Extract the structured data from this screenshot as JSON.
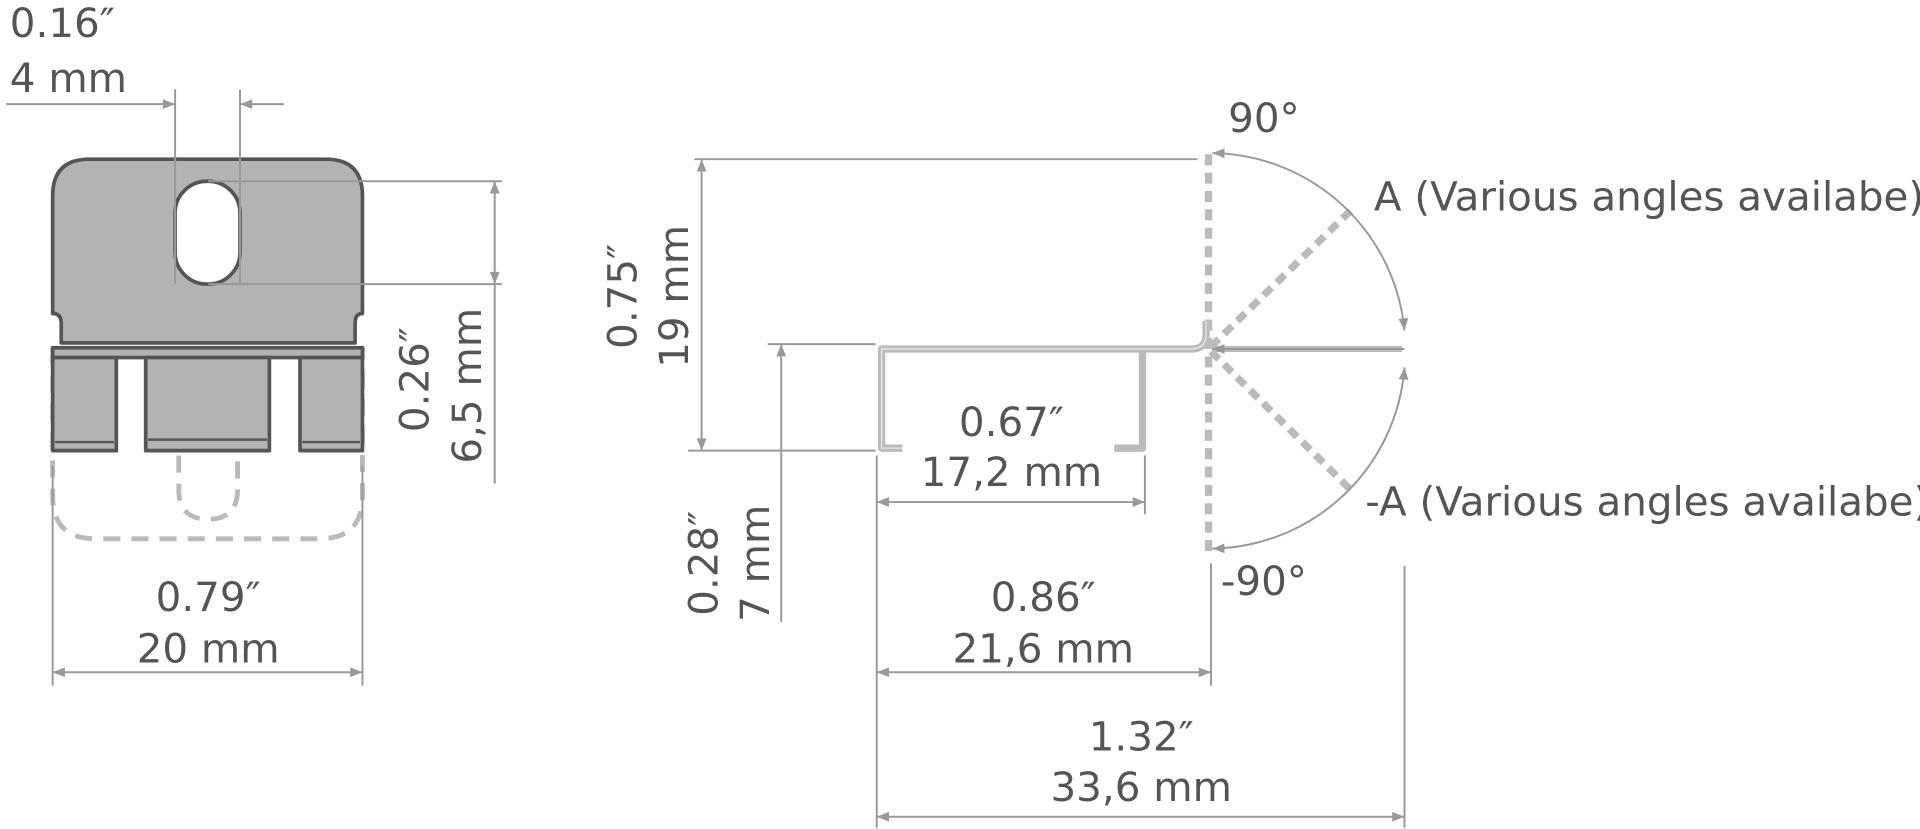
{
  "front_view": {
    "hole_width": {
      "inch": "0.16″",
      "mm": "4 mm"
    },
    "hole_height": {
      "inch": "0.26″",
      "mm": "6,5 mm"
    },
    "total_width": {
      "inch": "0.79″",
      "mm": "20 mm"
    }
  },
  "side_view": {
    "height": {
      "inch": "0.75″",
      "mm": "19 mm"
    },
    "channel_height": {
      "inch": "0.28″",
      "mm": "7 mm"
    },
    "channel_width": {
      "inch": "0.67″",
      "mm": "17,2 mm"
    },
    "base_width": {
      "inch": "0.86″",
      "mm": "21,6 mm"
    },
    "total_width": {
      "inch": "1.32″",
      "mm": "33,6 mm"
    },
    "angle_top": "90°",
    "angle_bottom": "-90°",
    "angle_a": "A (Various angles availabe)",
    "angle_minus_a": "-A (Various angles availabe)"
  }
}
